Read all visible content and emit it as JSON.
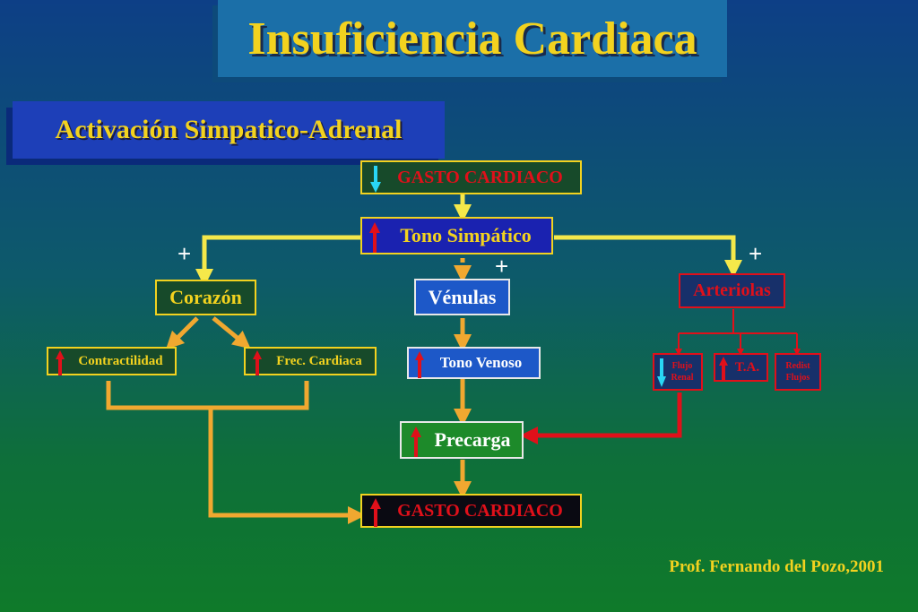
{
  "title": "Insuficiencia Cardiaca",
  "subtitle": "Activación Simpatico-Adrenal",
  "nodes": {
    "gasto_top": "GASTO CARDIACO",
    "tono_simpatico": "Tono Simpático",
    "corazon": "Corazón",
    "venulas": "Vénulas",
    "arteriolas": "Arteriolas",
    "contractilidad": "Contractilidad",
    "frec_cardiaca": "Frec. Cardiaca",
    "tono_venoso": "Tono Venoso",
    "flujo_renal": "Flujo\nRenal",
    "ta": "T.A.",
    "redist_flujos": "Redist\nFlujos",
    "precarga": "Precarga",
    "gasto_bottom": "GASTO CARDIACO"
  },
  "plus_signs": [
    "+",
    "+",
    "+"
  ],
  "credit": "Prof. Fernando del Pozo,2001",
  "colors": {
    "title": "#f2d21f",
    "wire_yellow": "#f5e84a",
    "wire_orange": "#f0a830",
    "wire_red": "#e0101a",
    "arrow_red": "#e0101a",
    "arrow_cyan": "#29d6f5"
  }
}
